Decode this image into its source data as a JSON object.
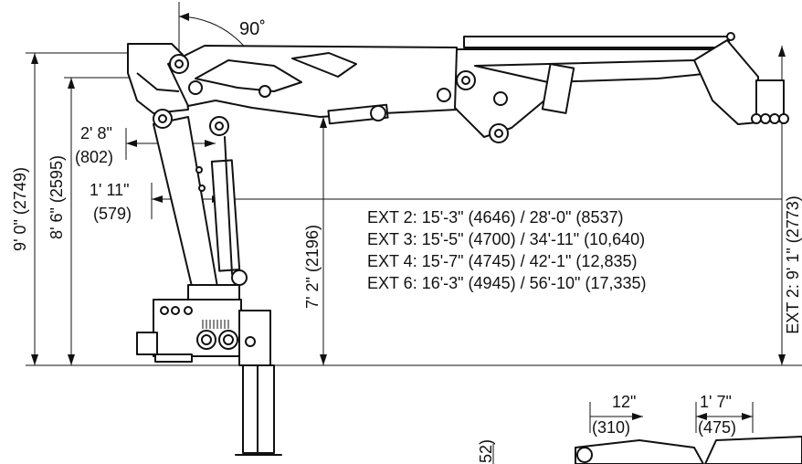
{
  "dimensions": {
    "angle": "90˚",
    "total_height": "9' 0\" (2749)",
    "boom_height": "8' 6\" (2595)",
    "offset_a_ft": "2' 8\"",
    "offset_a_mm": "(802)",
    "offset_b_ft": "1' 11\"",
    "offset_b_mm": "(579)",
    "pivot_height": "7' 2\" (2196)",
    "ext2_height": "EXT 2: 9' 1\" (2773)",
    "base_a_ft": "12\"",
    "base_a_mm": "(310)",
    "base_b_ft": "1' 7\"",
    "base_b_mm": "(475)",
    "partial_vertical": "52)"
  },
  "extensions": [
    "EXT 2: 15'-3\" (4646) / 28'-0\" (8537)",
    "EXT 3: 15'-5\" (4700) / 34'-11\" (10,640)",
    "EXT 4: 15'-7\" (4745) / 42'-1\" (12,835)",
    "EXT 6: 16'-3\" (4945) / 56'-10\" (17,335)"
  ],
  "colors": {
    "ink": "#111111",
    "background": "#ffffff"
  }
}
